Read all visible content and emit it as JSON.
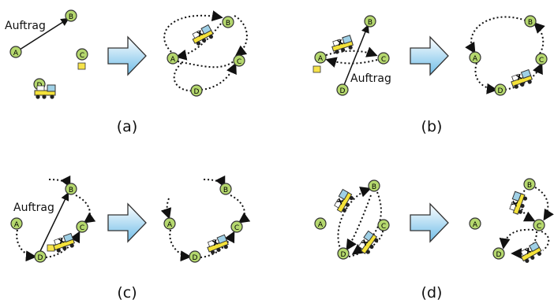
{
  "panels": [
    {
      "id": "a",
      "caption": "(a)",
      "order_label": "Auftrag"
    },
    {
      "id": "b",
      "caption": "(b)",
      "order_label": "Auftrag"
    },
    {
      "id": "c",
      "caption": "(c)",
      "order_label": "Auftrag"
    },
    {
      "id": "d",
      "caption": "(d)"
    }
  ],
  "nodes": {
    "A": "A",
    "B": "B",
    "C": "C",
    "D": "D"
  },
  "vehicle_marker": "X",
  "colors": {
    "node_fill": "#b5d86e",
    "node_stroke": "#333333",
    "arrow_fill_top": "#ffffff",
    "arrow_fill_bottom": "#6fbde8",
    "truck_body": "#f4e23a",
    "package": "#f6e34a"
  }
}
